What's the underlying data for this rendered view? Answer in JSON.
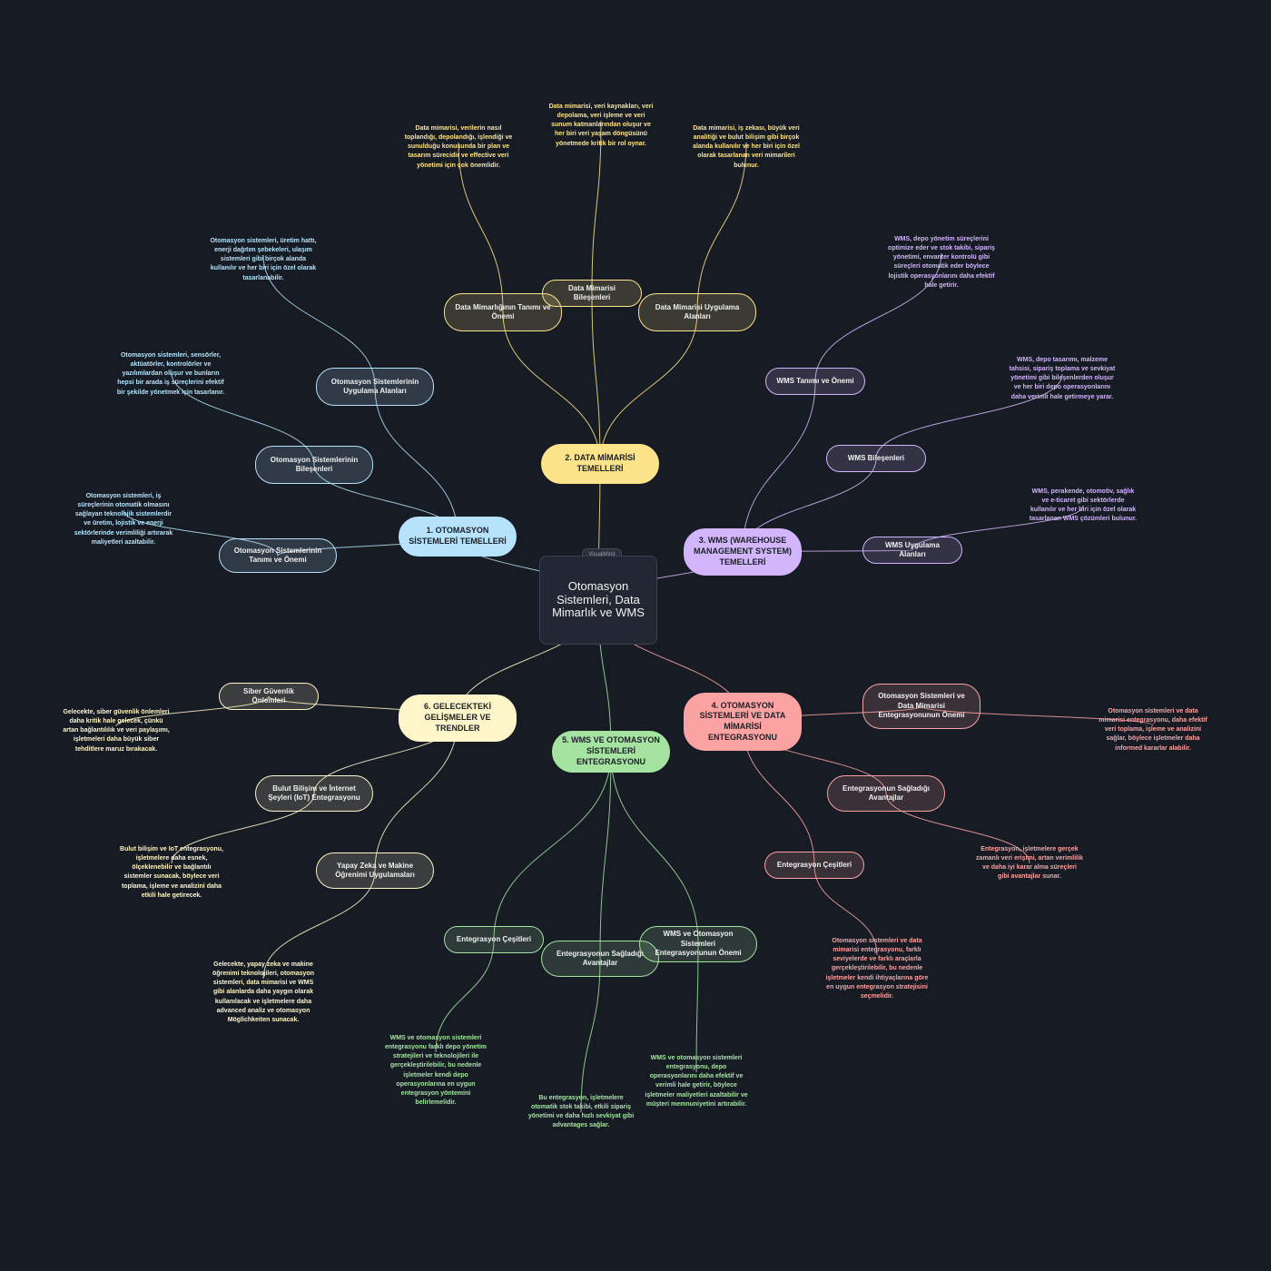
{
  "brand": "VisualMind",
  "center": "Otomasyon Sistemleri, Data Mimarlık ve WMS",
  "branches": [
    {
      "label": "1. OTOMASYON SİSTEMLERİ TEMELLERİ",
      "color": "#b6e3fb",
      "subs": [
        {
          "label": "Otomasyon Sistemlerinin Tanımı ve Önemi",
          "leaf": "Otomasyon sistemleri, iş süreçlerinin otomatik olmasını sağlayan teknolojik sistemlerdir ve üretim, lojistik ve enerji sektörlerinde verimliliği artırarak maliyetleri azaltabilir."
        },
        {
          "label": "Otomasyon Sistemlerinin Bileşenleri",
          "leaf": "Otomasyon sistemleri, sensörler, aktüatörler, kontrolörler ve yazılımlardan oluşur ve bunların hepsi bir arada iş süreçlerini efektif bir şekilde yönetmek için tasarlanır."
        },
        {
          "label": "Otomasyon Sistemlerinin Uygulama Alanları",
          "leaf": "Otomasyon sistemleri, üretim hattı, enerji dağıtım şebekeleri, ulaşım sistemleri gibi birçok alanda kullanılır ve her biri için özel olarak tasarlanabilir."
        }
      ]
    },
    {
      "label": "2. DATA MİMARİSİ TEMELLERİ",
      "color": "#fde48a",
      "subs": [
        {
          "label": "Data Mimarlığının Tanımı ve Önemi",
          "leaf": "Data mimarisi, verilerin nasıl toplandığı, depolandığı, işlendiği ve sunulduğu konusunda bir plan ve tasarım sürecidir ve effective veri yönetimi için çok önemlidir."
        },
        {
          "label": "Data Mimarisi Bileşenleri",
          "leaf": "Data mimarisi, veri kaynakları, veri depolama, veri işleme ve veri sunum katmanlarından oluşur ve her biri veri yaşam döngüsünü yönetmede kritik bir rol oynar."
        },
        {
          "label": "Data Mimarisi Uygulama Alanları",
          "leaf": "Data mimarisi, iş zekası, büyük veri analitiği ve bulut bilişim gibi birçok alanda kullanılır ve her biri için özel olarak tasarlanan veri mimarileri bulunur."
        }
      ]
    },
    {
      "label": "3. WMS (WAREHOUSE MANAGEMENT SYSTEM) TEMELLERİ",
      "color": "#d2b5fa",
      "subs": [
        {
          "label": "WMS Tanımı ve Önemi",
          "leaf": "WMS, depo yönetim süreçlerini optimize eder ve stok takibi, sipariş yönetimi, envanter kontrolü gibi süreçleri otomatik eder böylece lojistik operasyonlarını daha efektif hale getirir."
        },
        {
          "label": "WMS Bileşenleri",
          "leaf": "WMS, depo tasarımı, malzeme tahsisi, sipariş toplama ve sevkiyat yönetimi gibi bileşenlerden oluşur ve her biri depo operasyonlarını daha verimli hale getirmeye yarar."
        },
        {
          "label": "WMS Uygulama Alanları",
          "leaf": "WMS, perakende, otomotiv, sağlık ve e-ticaret gibi sektörlerde kullanılır ve her biri için özel olarak tasarlanan WMS çözümleri bulunur."
        }
      ]
    },
    {
      "label": "4. OTOMASYON SİSTEMLERİ VE DATA MİMARİSİ ENTEGRASYONU",
      "color": "#fba3a3",
      "subs": [
        {
          "label": "Otomasyon Sistemleri ve Data Mimarisi Entegrasyonunun Önemi",
          "leaf": "Otomasyon sistemleri ve data mimarisi entegrasyonu, daha efektif veri toplama, işleme ve analizini sağlar, böylece işletmeler daha informed kararlar alabilir."
        },
        {
          "label": "Entegrasyonun Sağladığı Avantajlar",
          "leaf": "Entegrasyon, işletmelere gerçek zamanlı veri erişimi, artan verimlilik ve daha iyi karar alma süreçleri gibi avantajlar sunar."
        },
        {
          "label": "Entegrasyon Çeşitleri",
          "leaf": "Otomasyon sistemleri ve data mimarisi entegrasyonu, farklı seviyelerde ve farklı araçlarla gerçekleştirilebilir, bu nedenle işletmeler kendi ihtiyaçlarına göre en uygun entegrasyon stratejisini seçmelidir."
        }
      ]
    },
    {
      "label": "5. WMS VE OTOMASYON SİSTEMLERİ ENTEGRASYONU",
      "color": "#a5e3a1",
      "subs": [
        {
          "label": "Entegrasyon Çeşitleri",
          "leaf": "WMS ve otomasyon sistemleri entegrasyonu farklı depo yönetim stratejileri ve teknolojileri ile gerçekleştirilebilir, bu nedenle işletmeler kendi depo operasyonlarına en uygun entegrasyon yöntemini belirlemelidir."
        },
        {
          "label": "Entegrasyonun Sağladığı Avantajlar",
          "leaf": "Bu entegrasyon, işletmelere otomatik stok takibi, etkili sipariş yönetimi ve daha hızlı sevkiyat gibi advantages sağlar."
        },
        {
          "label": "WMS ve Otomasyon Sistemleri Entegrasyonunun Önemi",
          "leaf": "WMS ve otomasyon sistemleri entegrasyonu, depo operasyonlarını daha efektif ve verimli hale getirir, böylece işletmeler maliyetleri azaltabilir ve müşteri memnuniyetini artırabilir."
        }
      ]
    },
    {
      "label": "6. GELECEKTEKİ GELİŞMELER VE TRENDLER",
      "color": "#fef5c9",
      "subs": [
        {
          "label": "Siber Güvenlik Önlemleri",
          "leaf": "Gelecekte, siber güvenlik önlemleri daha kritik hale gelecek, çünkü artan bağlantılılık ve veri paylaşımı, işletmeleri daha büyük siber tehditlere maruz bırakacak."
        },
        {
          "label": "Bulut Bilişim ve İnternet Şeyleri (IoT) Entegrasyonu",
          "leaf": "Bulut bilişim ve IoT entegrasyonu, işletmelere daha esnek, ölçeklenebilir ve bağlantılı sistemler sunacak, böylece veri toplama, işleme ve analizini daha etkili hale getirecek."
        },
        {
          "label": "Yapay Zeka ve Makine Öğrenimi Uygulamaları",
          "leaf": "Gelecekte, yapay zeka ve makine öğrenimi teknolojileri, otomasyon sistemleri, data mimarisi ve WMS gibi alanlarda daha yaygın olarak kullanılacak ve işletmelere daha advanced analiz ve otomasyon Möglichkeiten sunacak."
        }
      ]
    }
  ]
}
